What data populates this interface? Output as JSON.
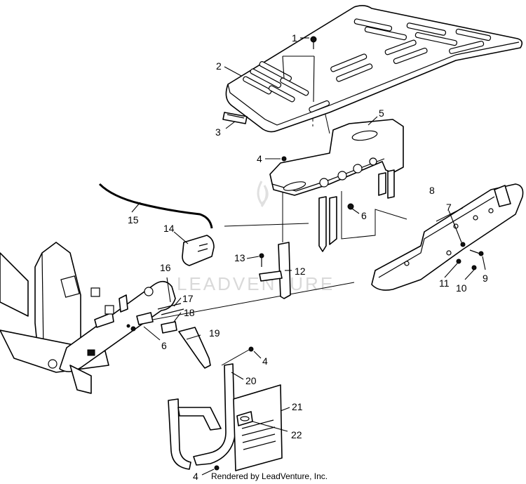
{
  "watermark": {
    "text": "LEADVENTURE"
  },
  "footer": {
    "rendered_by": "Rendered by LeadVenture, Inc."
  },
  "callouts": [
    {
      "id": "c1",
      "label": "1"
    },
    {
      "id": "c2",
      "label": "2"
    },
    {
      "id": "c3",
      "label": "3"
    },
    {
      "id": "c4a",
      "label": "4"
    },
    {
      "id": "c5",
      "label": "5"
    },
    {
      "id": "c6a",
      "label": "6"
    },
    {
      "id": "c7",
      "label": "7"
    },
    {
      "id": "c8",
      "label": "8"
    },
    {
      "id": "c9",
      "label": "9"
    },
    {
      "id": "c10",
      "label": "10"
    },
    {
      "id": "c11",
      "label": "11"
    },
    {
      "id": "c12",
      "label": "12"
    },
    {
      "id": "c13",
      "label": "13"
    },
    {
      "id": "c14",
      "label": "14"
    },
    {
      "id": "c15",
      "label": "15"
    },
    {
      "id": "c16",
      "label": "16"
    },
    {
      "id": "c17",
      "label": "17"
    },
    {
      "id": "c18",
      "label": "18"
    },
    {
      "id": "c6b",
      "label": "6"
    },
    {
      "id": "c19",
      "label": "19"
    },
    {
      "id": "c4b",
      "label": "4"
    },
    {
      "id": "c20",
      "label": "20"
    },
    {
      "id": "c21",
      "label": "21"
    },
    {
      "id": "c22",
      "label": "22"
    },
    {
      "id": "c4c",
      "label": "4"
    }
  ]
}
